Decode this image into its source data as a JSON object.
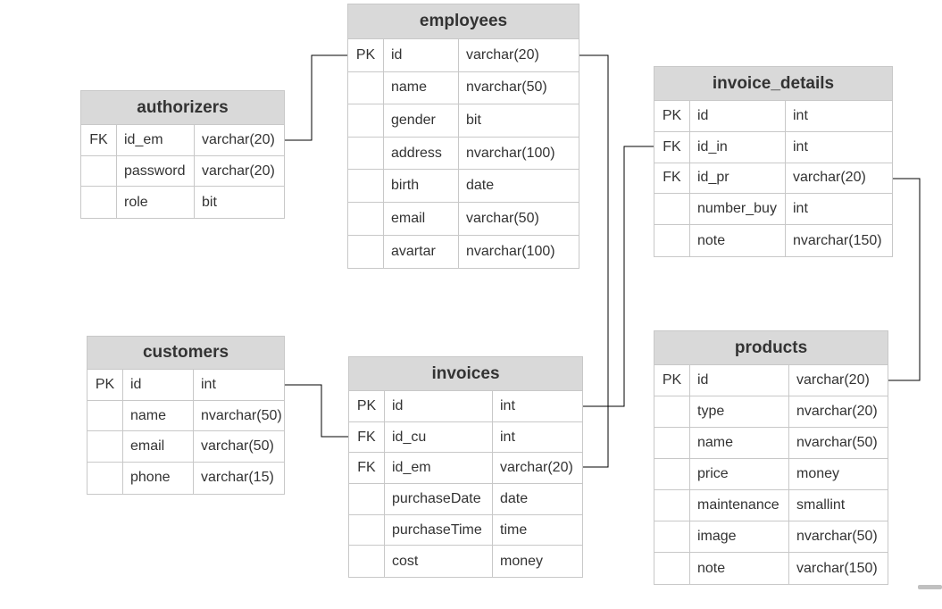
{
  "diagram": {
    "entities": [
      {
        "name": "employees",
        "rows": [
          {
            "key": "PK",
            "column": "id",
            "type": "varchar(20)"
          },
          {
            "key": "",
            "column": "name",
            "type": "nvarchar(50)"
          },
          {
            "key": "",
            "column": "gender",
            "type": "bit"
          },
          {
            "key": "",
            "column": "address",
            "type": "nvarchar(100)"
          },
          {
            "key": "",
            "column": "birth",
            "type": "date"
          },
          {
            "key": "",
            "column": "email",
            "type": "varchar(50)"
          },
          {
            "key": "",
            "column": "avartar",
            "type": "nvarchar(100)"
          }
        ]
      },
      {
        "name": "authorizers",
        "rows": [
          {
            "key": "FK",
            "column": "id_em",
            "type": "varchar(20)"
          },
          {
            "key": "",
            "column": "password",
            "type": "varchar(20)"
          },
          {
            "key": "",
            "column": "role",
            "type": "bit"
          }
        ]
      },
      {
        "name": "invoice_details",
        "rows": [
          {
            "key": "PK",
            "column": "id",
            "type": "int"
          },
          {
            "key": "FK",
            "column": "id_in",
            "type": "int"
          },
          {
            "key": "FK",
            "column": "id_pr",
            "type": "varchar(20)"
          },
          {
            "key": "",
            "column": "number_buy",
            "type": "int"
          },
          {
            "key": "",
            "column": "note",
            "type": "nvarchar(150)"
          }
        ]
      },
      {
        "name": "customers",
        "rows": [
          {
            "key": "PK",
            "column": "id",
            "type": "int"
          },
          {
            "key": "",
            "column": "name",
            "type": "nvarchar(50)"
          },
          {
            "key": "",
            "column": "email",
            "type": "varchar(50)"
          },
          {
            "key": "",
            "column": "phone",
            "type": "varchar(15)"
          }
        ]
      },
      {
        "name": "invoices",
        "rows": [
          {
            "key": "PK",
            "column": "id",
            "type": "int"
          },
          {
            "key": "FK",
            "column": "id_cu",
            "type": "int"
          },
          {
            "key": "FK",
            "column": "id_em",
            "type": "varchar(20)"
          },
          {
            "key": "",
            "column": "purchaseDate",
            "type": "date"
          },
          {
            "key": "",
            "column": "purchaseTime",
            "type": "time"
          },
          {
            "key": "",
            "column": "cost",
            "type": "money"
          }
        ]
      },
      {
        "name": "products",
        "rows": [
          {
            "key": "PK",
            "column": "id",
            "type": "varchar(20)"
          },
          {
            "key": "",
            "column": "type",
            "type": "nvarchar(20)"
          },
          {
            "key": "",
            "column": "name",
            "type": "nvarchar(50)"
          },
          {
            "key": "",
            "column": "price",
            "type": "money"
          },
          {
            "key": "",
            "column": "maintenance",
            "type": "smallint"
          },
          {
            "key": "",
            "column": "image",
            "type": "nvarchar(50)"
          },
          {
            "key": "",
            "column": "note",
            "type": "varchar(150)"
          }
        ]
      }
    ],
    "relationships": [
      {
        "from": "authorizers.id_em",
        "to": "employees.id"
      },
      {
        "from": "invoices.id_em",
        "to": "employees.id"
      },
      {
        "from": "invoices.id_cu",
        "to": "customers.id"
      },
      {
        "from": "invoice_details.id_in",
        "to": "invoices.id"
      },
      {
        "from": "invoice_details.id_pr",
        "to": "products.id"
      }
    ],
    "colors": {
      "header_fill": "#d9d9d9",
      "border": "#c8c8c8",
      "text": "#333333",
      "connector": "#000000"
    }
  }
}
